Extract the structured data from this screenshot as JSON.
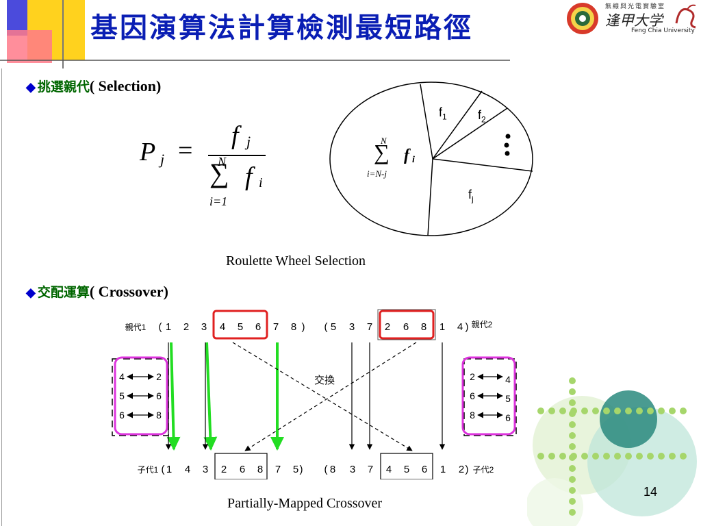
{
  "slide": {
    "title": "基因演算法計算檢測最短路徑",
    "page_number": "14"
  },
  "logo": {
    "chinese": "逢甲大学",
    "english": "Feng Chia University",
    "lab": "無線與光電實驗室"
  },
  "selection": {
    "bullet": "◆",
    "label_zh": "挑選親代",
    "label_en": "( Selection)",
    "formula_lhs": "P",
    "formula_lhs_sub": "j",
    "formula_eq": "=",
    "formula_num": "f",
    "formula_num_sub": "j",
    "formula_den": "f",
    "formula_den_sub": "i",
    "formula_sum_top": "N",
    "formula_sum_bottom": "i=1",
    "sigma": "∑",
    "caption": "Roulette Wheel Selection"
  },
  "wheel": {
    "sum_top": "N",
    "sum_bottom": "i=N-j",
    "sum_term": "f",
    "sum_term_sub": "i",
    "labels": [
      {
        "text": "f",
        "sub": "1"
      },
      {
        "text": "f",
        "sub": "2"
      },
      {
        "text": "f",
        "sub": "j"
      }
    ]
  },
  "crossover": {
    "bullet": "◆",
    "label_zh": "交配運算",
    "label_en": "( Crossover)",
    "parent1_label": "親代1",
    "parent2_label": "親代2",
    "child1_label": "子代1",
    "child2_label": "子代2",
    "paren_open": "(",
    "paren_close": ")",
    "parent1": [
      "1",
      "2",
      "3",
      "4",
      "5",
      "6",
      "7",
      "8"
    ],
    "parent2": [
      "5",
      "3",
      "7",
      "2",
      "6",
      "8",
      "1",
      "4"
    ],
    "child1": [
      "1",
      "4",
      "3",
      "2",
      "6",
      "8",
      "7",
      "5"
    ],
    "child2": [
      "8",
      "3",
      "7",
      "4",
      "5",
      "6",
      "1",
      "2"
    ],
    "exchange_label": "交換",
    "mapping_left": [
      [
        "4",
        "2"
      ],
      [
        "5",
        "6"
      ],
      [
        "6",
        "8"
      ]
    ],
    "mapping_right": [
      [
        "2",
        "4"
      ],
      [
        "6",
        "5"
      ],
      [
        "8",
        "6"
      ]
    ],
    "caption": "Partially-Mapped Crossover"
  },
  "colors": {
    "title": "#0a1eb4",
    "red_box": "#e02020",
    "green_arrow": "#22dd22",
    "magenta_box": "#dd33dd",
    "deco_yellow": "#ffd21e",
    "deco_blue": "#4b4bdc",
    "deco_pink": "#ff7a8a",
    "deco_teal": "#2a8a7e",
    "deco_green_dots": "#a6d66b"
  }
}
